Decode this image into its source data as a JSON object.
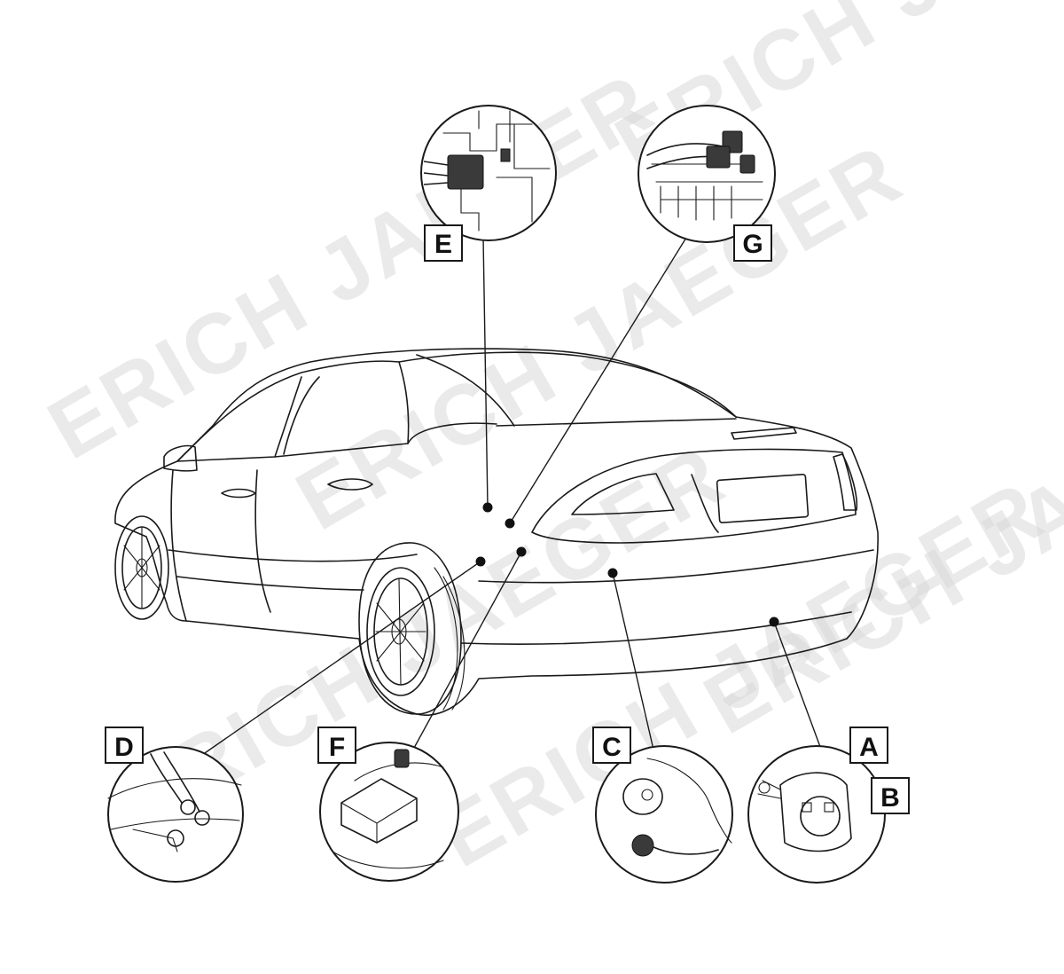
{
  "watermark": "ERICH JAEGER",
  "callouts": [
    {
      "id": "E",
      "label": "E"
    },
    {
      "id": "G",
      "label": "G"
    },
    {
      "id": "D",
      "label": "D"
    },
    {
      "id": "F",
      "label": "F"
    },
    {
      "id": "C",
      "label": "C"
    },
    {
      "id": "A",
      "label": "A"
    },
    {
      "id": "B",
      "label": "B"
    }
  ]
}
